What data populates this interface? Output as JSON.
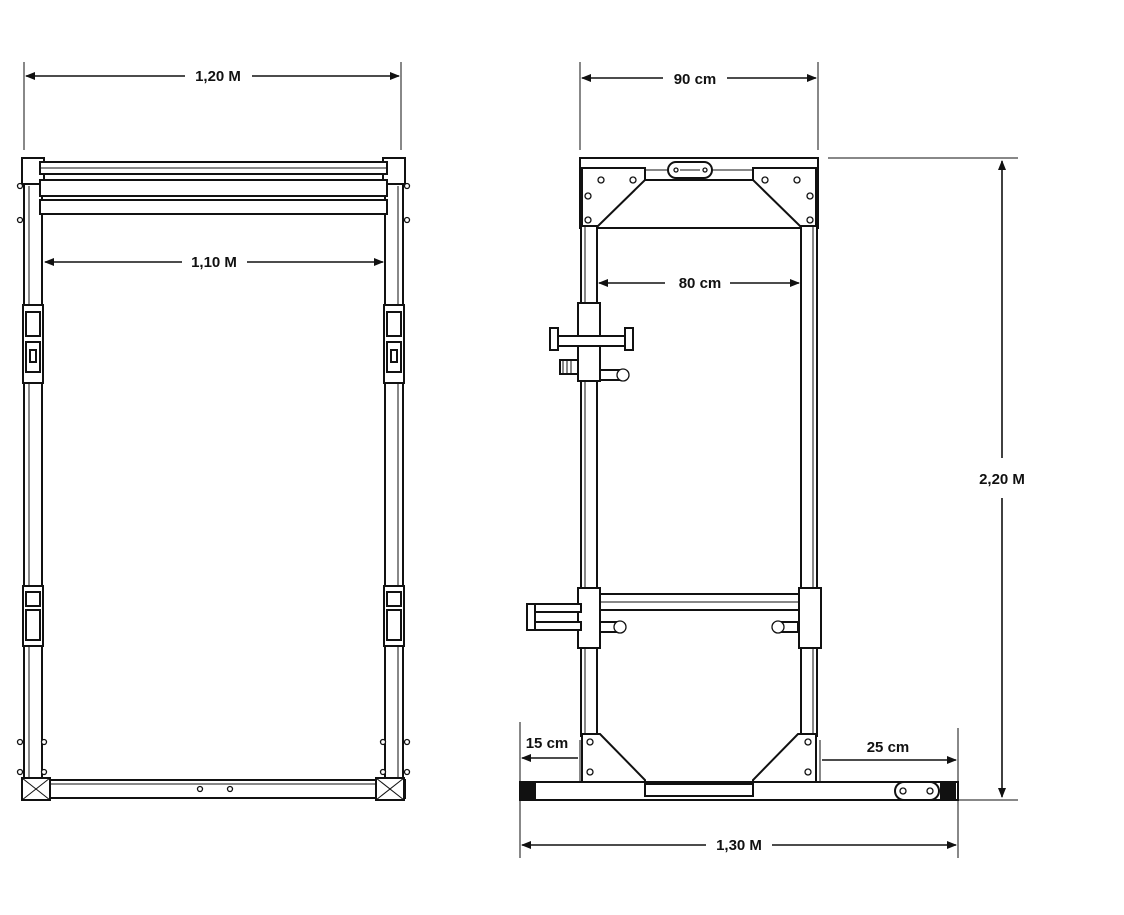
{
  "front_view": {
    "width_label": "1,20 M",
    "inner_width_label": "1,10 M"
  },
  "side_view": {
    "width_label": "90 cm",
    "inner_width_label": "80 cm",
    "height_label": "2,20 M",
    "left_foot_label": "15 cm",
    "right_foot_label": "25 cm",
    "base_length_label": "1,30 M"
  },
  "colors": {
    "line": "#111111",
    "background": "#ffffff"
  }
}
